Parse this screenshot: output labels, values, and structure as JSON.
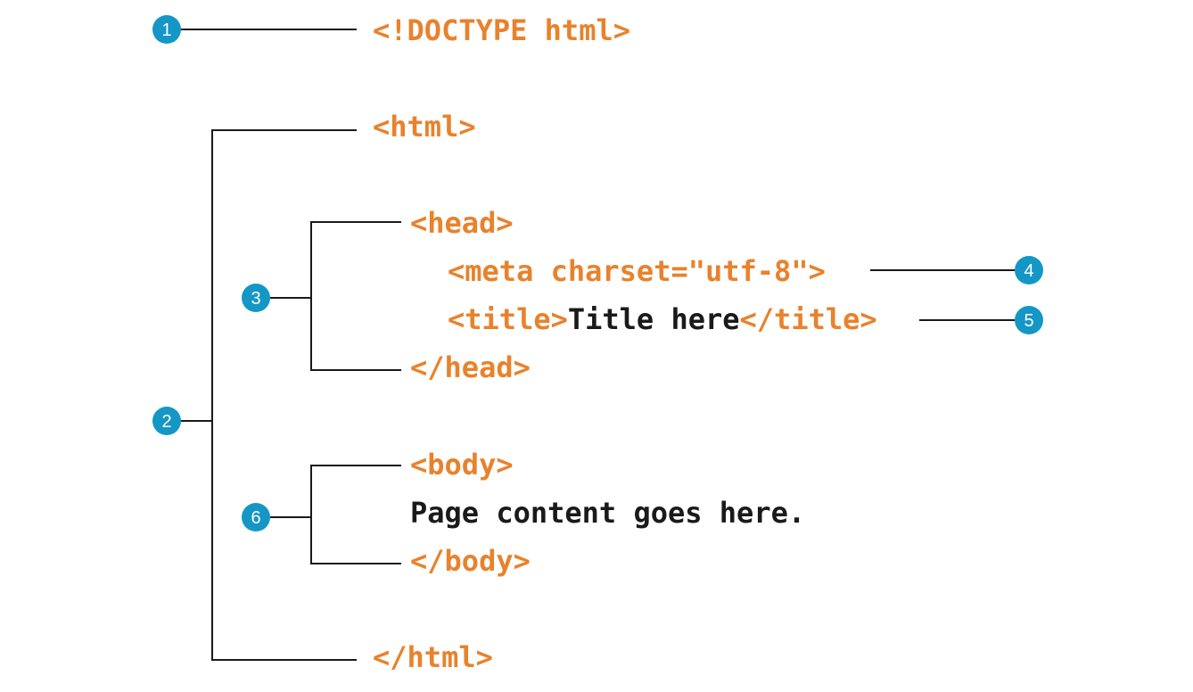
{
  "colors": {
    "tag": "#e8822c",
    "text": "#1a1a1a",
    "callout_fill": "#1497c6",
    "callout_text": "#ffffff",
    "connector": "#1a1a1a"
  },
  "code": {
    "doctype": "<!DOCTYPE html>",
    "html_open": "<html>",
    "head_open": "<head>",
    "meta": "<meta charset=\"utf-8\">",
    "title_open": "<title>",
    "title_text": "Title here",
    "title_close": "</title>",
    "head_close": "</head>",
    "body_open": "<body>",
    "body_text": "Page content goes here.",
    "body_close": "</body>",
    "html_close": "</html>"
  },
  "callouts": [
    {
      "label": "1"
    },
    {
      "label": "2"
    },
    {
      "label": "3"
    },
    {
      "label": "4"
    },
    {
      "label": "5"
    },
    {
      "label": "6"
    }
  ]
}
